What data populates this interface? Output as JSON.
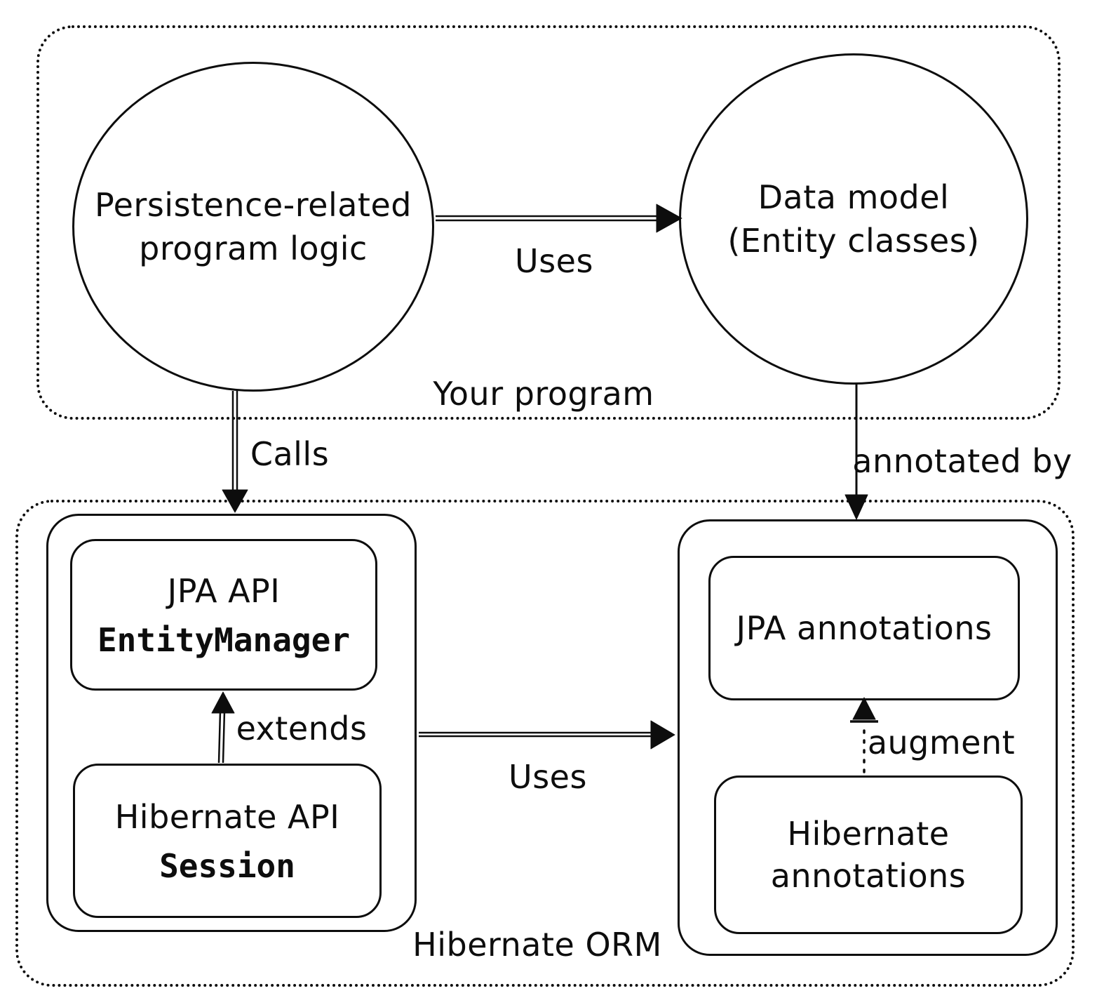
{
  "colors": {
    "ink": "#0d0d0d",
    "background": "#ffffff"
  },
  "containers": {
    "your_program": {
      "label": "Your program"
    },
    "hibernate_orm": {
      "label": "Hibernate ORM"
    }
  },
  "nodes": {
    "persistence_logic": {
      "line1": "Persistence-related",
      "line2": "program logic"
    },
    "data_model": {
      "line1": "Data model",
      "line2": "(Entity classes)"
    },
    "jpa_api": {
      "title": "JPA API",
      "code": "EntityManager"
    },
    "hibernate_api": {
      "title": "Hibernate API",
      "code": "Session"
    },
    "jpa_annotations": {
      "label": "JPA annotations"
    },
    "hibernate_annotations": {
      "line1": "Hibernate",
      "line2": "annotations"
    }
  },
  "edges": {
    "uses_top": {
      "label": "Uses"
    },
    "calls": {
      "label": "Calls"
    },
    "annotated_by": {
      "label": "annotated by"
    },
    "extends_edge": {
      "label": "extends"
    },
    "uses_bottom": {
      "label": "Uses"
    },
    "augment": {
      "label": "augment"
    }
  }
}
